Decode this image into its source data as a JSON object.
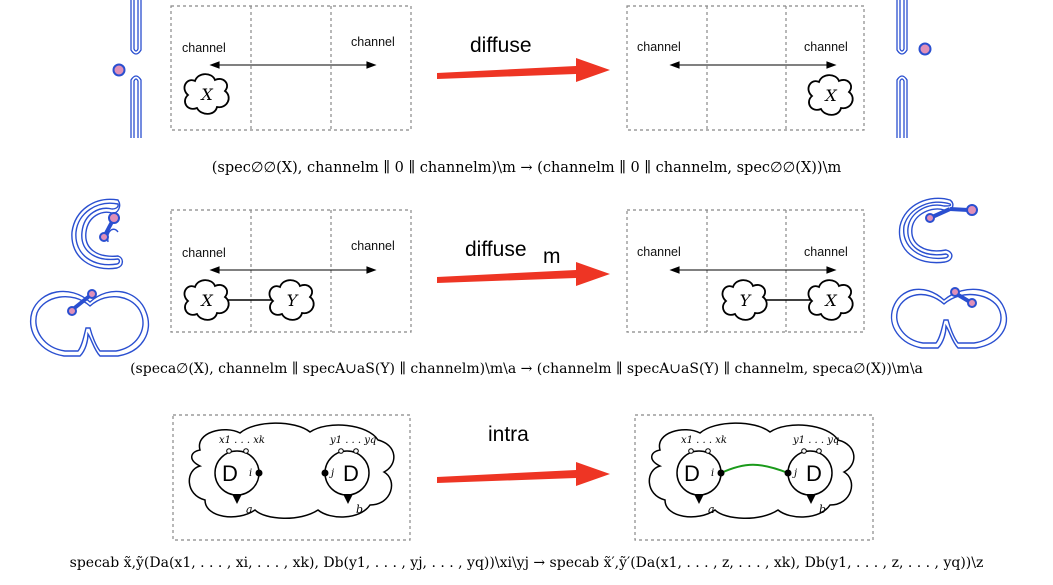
{
  "rows": [
    {
      "arrow_label": "diffuse",
      "arrow_sub": "",
      "left_labels": [
        "channel",
        "channel"
      ],
      "right_labels": [
        "channel",
        "channel"
      ],
      "left_nodes": [
        "X"
      ],
      "right_nodes": [
        "X"
      ],
      "formula": "(spec∅∅(X), channelm ∥ 0 ∥ channelm)\\m → (channelm ∥ 0 ∥ channelm, spec∅∅(X))\\m"
    },
    {
      "arrow_label": "diffuse",
      "arrow_sub": "m",
      "left_labels": [
        "channel",
        "channel"
      ],
      "right_labels": [
        "channel",
        "channel"
      ],
      "left_nodes": [
        "X",
        "Y"
      ],
      "right_nodes": [
        "Y",
        "X"
      ],
      "formula": "(speca∅(X), channelm ∥ specA∪aS(Y) ∥ channelm)\\m\\a → (channelm ∥ specA∪aS(Y) ∥ channelm, speca∅(X))\\m\\a"
    },
    {
      "arrow_label": "intra",
      "arrow_sub": "",
      "left_D": [
        "D",
        "D"
      ],
      "right_D": [
        "D",
        "D"
      ],
      "site_left": [
        "i",
        "j"
      ],
      "site_right": [
        "i",
        "j"
      ],
      "port_left": [
        "a",
        "b"
      ],
      "port_right": [
        "a",
        "b"
      ],
      "top_left": [
        "x1 . . . xk",
        "y1 . . . yq"
      ],
      "top_right": [
        "x1 . . . xk",
        "y1 . . . yq"
      ],
      "formula": "specab x̃,ỹ(Da(x1, . . . , xi, . . . , xk), Db(y1, . . . , yj, . . . , yq))\\xi\\yj → specab x̃′,ỹ′(Da(x1, . . . , z, . . . , xk), Db(y1, . . . , z, . . . , yq))\\z"
    }
  ],
  "colors": {
    "arrow": "#ee3524",
    "membrane": "#2a4fd0",
    "bond": "#1a9a1a",
    "dash": "#888888"
  }
}
